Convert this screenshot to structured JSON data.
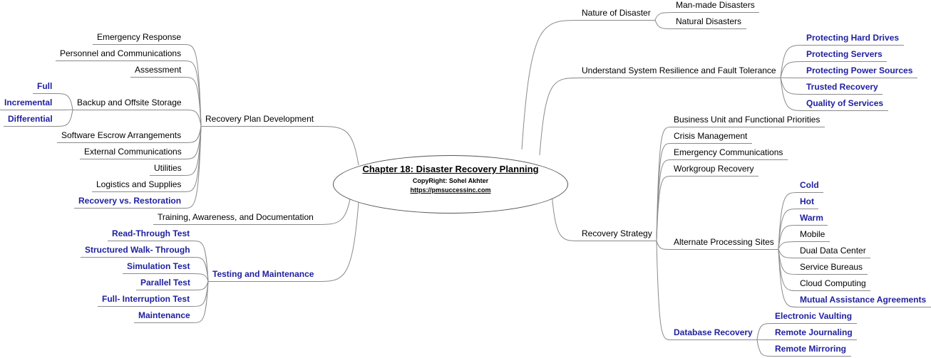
{
  "center": {
    "title": "Chapter 18: Disaster Recovery Planning",
    "copyright": "CopyRight: Sohel Akhter",
    "url": "https://pmsuccessinc.com"
  },
  "colors": {
    "line": "#8a8a8a",
    "blue_text": "#1f1fa0",
    "text": "#000000"
  },
  "nodes": [
    {
      "id": "nature",
      "text": "Nature of Disaster",
      "parent": "root",
      "side": "r",
      "blue": false
    },
    {
      "id": "manmade",
      "text": "Man-made Disasters",
      "parent": "nature",
      "side": "r",
      "blue": false
    },
    {
      "id": "natural",
      "text": "Natural Disasters",
      "parent": "nature",
      "side": "r",
      "blue": false
    },
    {
      "id": "resilience",
      "text": "Understand System Resilience and Fault Tolerance",
      "parent": "root",
      "side": "r",
      "blue": false
    },
    {
      "id": "hard",
      "text": "Protecting Hard Drives",
      "parent": "resilience",
      "side": "r",
      "blue": true
    },
    {
      "id": "servers",
      "text": "Protecting Servers",
      "parent": "resilience",
      "side": "r",
      "blue": true
    },
    {
      "id": "power",
      "text": "Protecting Power Sources",
      "parent": "resilience",
      "side": "r",
      "blue": true
    },
    {
      "id": "trusted",
      "text": "Trusted Recovery",
      "parent": "resilience",
      "side": "r",
      "blue": true
    },
    {
      "id": "qos",
      "text": "Quality of Services",
      "parent": "resilience",
      "side": "r",
      "blue": true
    },
    {
      "id": "strategy",
      "text": "Recovery Strategy",
      "parent": "root",
      "side": "r",
      "blue": false
    },
    {
      "id": "bu",
      "text": "Business Unit and Functional Priorities",
      "parent": "strategy",
      "side": "r",
      "blue": false
    },
    {
      "id": "crisis",
      "text": "Crisis Management",
      "parent": "strategy",
      "side": "r",
      "blue": false
    },
    {
      "id": "emcomm",
      "text": "Emergency Communications",
      "parent": "strategy",
      "side": "r",
      "blue": false
    },
    {
      "id": "workgroup",
      "text": "Workgroup Recovery",
      "parent": "strategy",
      "side": "r",
      "blue": false
    },
    {
      "id": "alt",
      "text": "Alternate Processing Sites",
      "parent": "strategy",
      "side": "r",
      "blue": false
    },
    {
      "id": "cold",
      "text": "Cold",
      "parent": "alt",
      "side": "r",
      "blue": true
    },
    {
      "id": "hot",
      "text": "Hot",
      "parent": "alt",
      "side": "r",
      "blue": true
    },
    {
      "id": "warm",
      "text": "Warm",
      "parent": "alt",
      "side": "r",
      "blue": true
    },
    {
      "id": "mobile",
      "text": "Mobile",
      "parent": "alt",
      "side": "r",
      "blue": false
    },
    {
      "id": "dual",
      "text": "Dual Data Center",
      "parent": "alt",
      "side": "r",
      "blue": false
    },
    {
      "id": "bureaus",
      "text": "Service Bureaus",
      "parent": "alt",
      "side": "r",
      "blue": false
    },
    {
      "id": "cloud",
      "text": "Cloud Computing",
      "parent": "alt",
      "side": "r",
      "blue": false
    },
    {
      "id": "mutual",
      "text": "Mutual Assistance Agreements",
      "parent": "alt",
      "side": "r",
      "blue": true
    },
    {
      "id": "db",
      "text": "Database Recovery",
      "parent": "strategy",
      "side": "r",
      "blue": true
    },
    {
      "id": "vault",
      "text": "Electronic Vaulting",
      "parent": "db",
      "side": "r",
      "blue": true
    },
    {
      "id": "journal",
      "text": "Remote Journaling",
      "parent": "db",
      "side": "r",
      "blue": true
    },
    {
      "id": "mirror",
      "text": "Remote Mirroring",
      "parent": "db",
      "side": "r",
      "blue": true
    },
    {
      "id": "rpd",
      "text": "Recovery Plan Development",
      "parent": "root",
      "side": "l",
      "blue": false
    },
    {
      "id": "er",
      "text": "Emergency Response",
      "parent": "rpd",
      "side": "l",
      "blue": false
    },
    {
      "id": "pc",
      "text": "Personnel and Communications",
      "parent": "rpd",
      "side": "l",
      "blue": false
    },
    {
      "id": "assess",
      "text": "Assessment",
      "parent": "rpd",
      "side": "l",
      "blue": false
    },
    {
      "id": "backup",
      "text": "Backup and Offsite Storage",
      "parent": "rpd",
      "side": "l",
      "blue": false
    },
    {
      "id": "full",
      "text": "Full",
      "parent": "backup",
      "side": "l",
      "blue": true
    },
    {
      "id": "incr",
      "text": "Incremental",
      "parent": "backup",
      "side": "l",
      "blue": true
    },
    {
      "id": "diff",
      "text": "Differential",
      "parent": "backup",
      "side": "l",
      "blue": true
    },
    {
      "id": "escrow",
      "text": "Software Escrow Arrangements",
      "parent": "rpd",
      "side": "l",
      "blue": false
    },
    {
      "id": "extcomm",
      "text": "External Communications",
      "parent": "rpd",
      "side": "l",
      "blue": false
    },
    {
      "id": "util",
      "text": "Utilities",
      "parent": "rpd",
      "side": "l",
      "blue": false
    },
    {
      "id": "logistics",
      "text": "Logistics and Supplies",
      "parent": "rpd",
      "side": "l",
      "blue": false
    },
    {
      "id": "rvr",
      "text": "Recovery vs. Restoration",
      "parent": "rpd",
      "side": "l",
      "blue": true
    },
    {
      "id": "training",
      "text": "Training, Awareness, and Documentation",
      "parent": "root",
      "side": "l",
      "blue": false
    },
    {
      "id": "tm",
      "text": "Testing and Maintenance",
      "parent": "root",
      "side": "l",
      "blue": true
    },
    {
      "id": "rtt",
      "text": "Read-Through Test",
      "parent": "tm",
      "side": "l",
      "blue": true
    },
    {
      "id": "swt",
      "text": "Structured Walk- Through",
      "parent": "tm",
      "side": "l",
      "blue": true
    },
    {
      "id": "sim",
      "text": "Simulation Test",
      "parent": "tm",
      "side": "l",
      "blue": true
    },
    {
      "id": "par",
      "text": "Parallel Test",
      "parent": "tm",
      "side": "l",
      "blue": true
    },
    {
      "id": "fit",
      "text": "Full- Interruption Test",
      "parent": "tm",
      "side": "l",
      "blue": true
    },
    {
      "id": "maint",
      "text": "Maintenance",
      "parent": "tm",
      "side": "l",
      "blue": true
    }
  ]
}
